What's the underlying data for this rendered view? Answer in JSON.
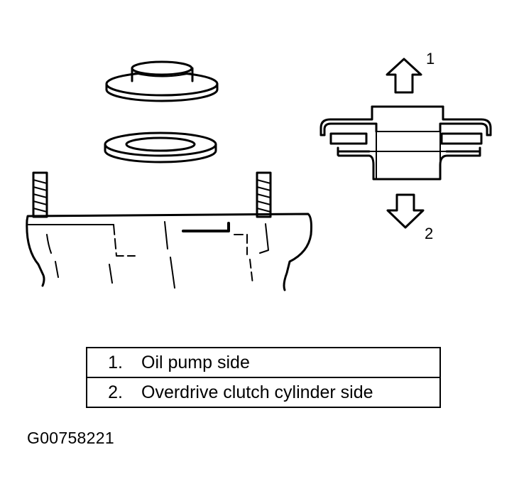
{
  "legend": {
    "items": [
      {
        "number": "1.",
        "text": "Oil pump side"
      },
      {
        "number": "2.",
        "text": "Overdrive clutch cylinder side"
      }
    ]
  },
  "callouts": {
    "label_1": "1",
    "label_2": "2"
  },
  "figure_code": "G00758221",
  "colors": {
    "line": "#000000",
    "background": "#ffffff"
  }
}
